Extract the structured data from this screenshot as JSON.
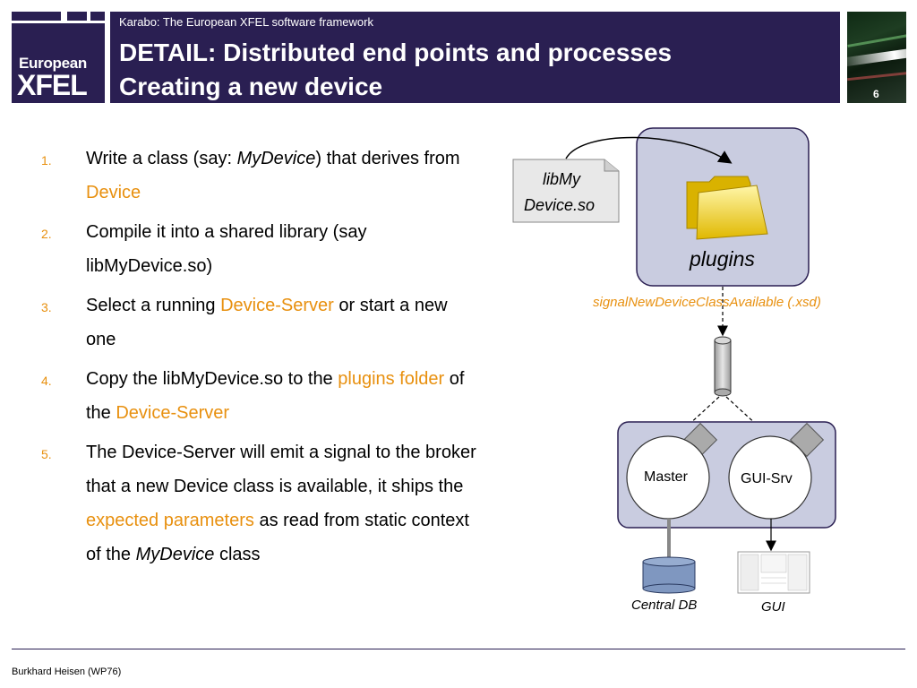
{
  "logo": {
    "line1": "European",
    "line2": "XFEL"
  },
  "header": {
    "subtitle": "Karabo: The European XFEL software framework",
    "title_line1": "DETAIL: Distributed end points and processes",
    "title_line2": "Creating a new device",
    "page_number": "6"
  },
  "list": [
    {
      "num": "1.",
      "parts": [
        "Write a class (say: ",
        "MyDevice",
        ") that derives from ",
        "Device"
      ]
    },
    {
      "num": "2.",
      "text": "Compile it into a shared library (say libMyDevice.so)"
    },
    {
      "num": "3.",
      "parts": [
        "Select a running ",
        "Device-Server",
        " or start a new one"
      ]
    },
    {
      "num": "4.",
      "parts": [
        "Copy the libMyDevice.so to the ",
        "plugins folder",
        " of the ",
        "Device-Server"
      ]
    },
    {
      "num": "5.",
      "parts": [
        "The Device-Server will emit a signal to the broker that a new Device class is available, it ships the ",
        "expected parameters",
        " as read from static context of the ",
        "MyDevice",
        " class"
      ]
    }
  ],
  "diagram": {
    "file_label_line1": "libMy",
    "file_label_line2": "Device.so",
    "plugins_label": "plugins",
    "signal_label": "signalNewDeviceClassAvailable (.xsd)",
    "master_label": "Master",
    "guisrv_label": "GUI-Srv",
    "db_label": "Central DB",
    "gui_label": "GUI",
    "colors": {
      "accent": "#e8900f",
      "header": "#2a1f52",
      "box_fill": "#c9cce0",
      "db_fill": "#7f97c0"
    }
  },
  "footer": {
    "text": "Burkhard Heisen (WP76)"
  }
}
